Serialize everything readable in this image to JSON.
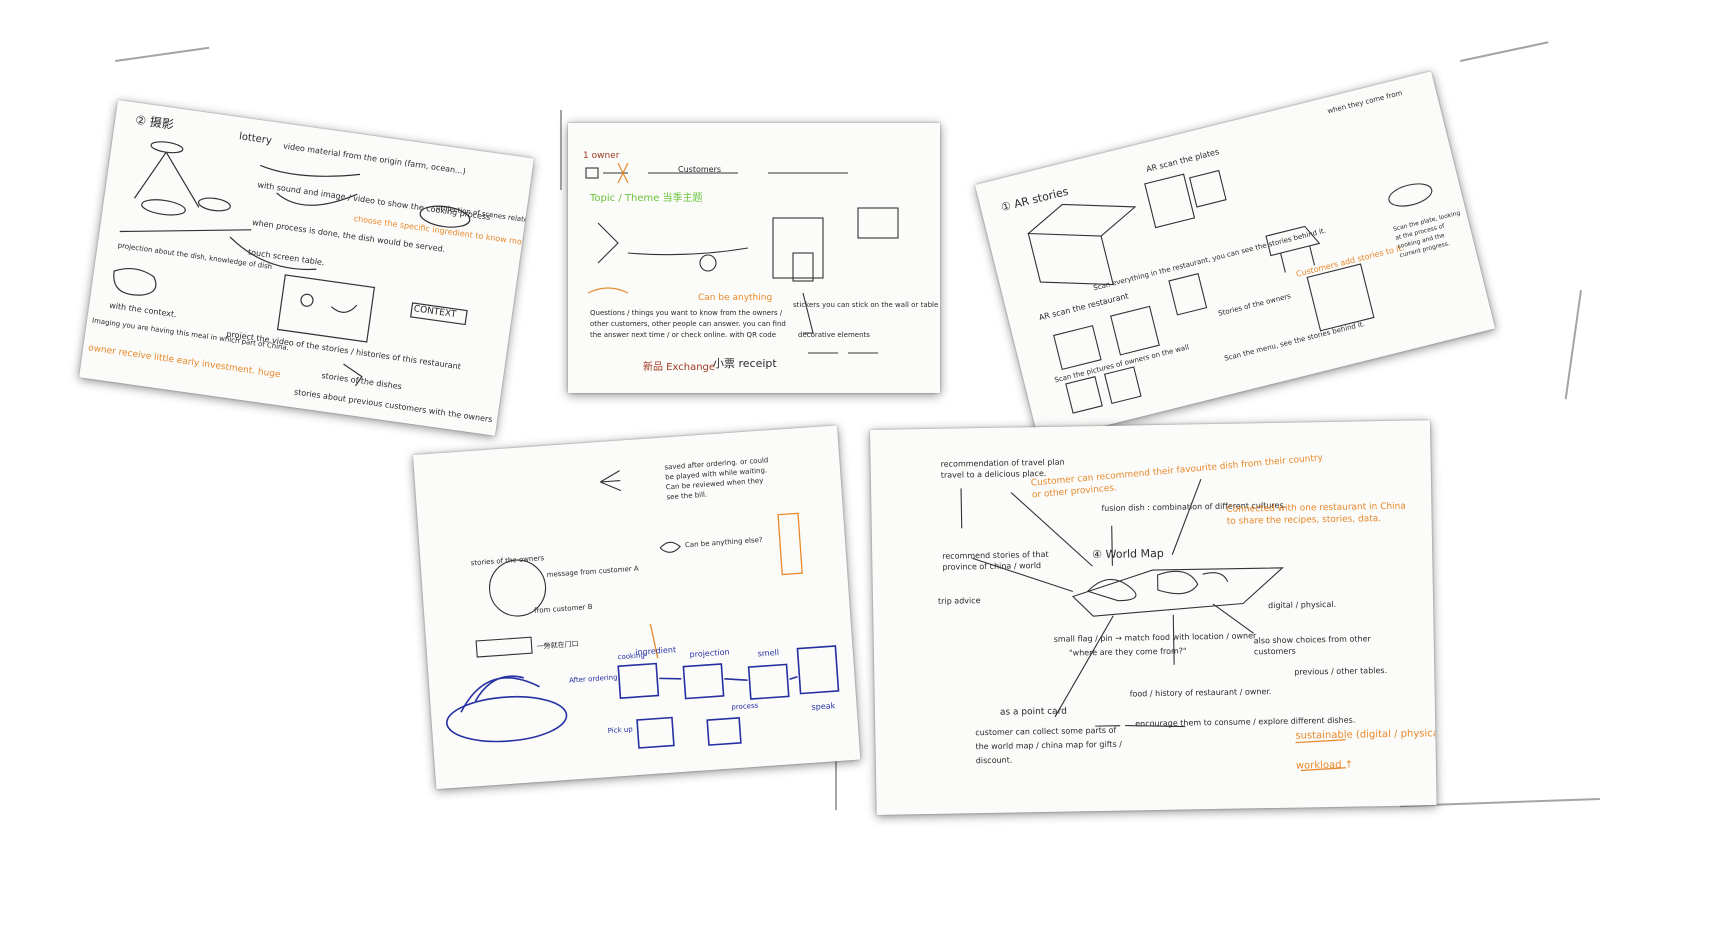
{
  "boards": {
    "b1": {
      "title": "② 摄影",
      "notes": [
        "lottery",
        "video material from the origin (farm, ocean...)",
        "with sound and image / video to show the cooking process",
        "choose the specific ingredient to know more",
        "projection of scenes related",
        "when process is done, the dish would be served.",
        "touch screen table.",
        "CONTEXT",
        "project the video of the stories / histories of this restaurant",
        "stories of the dishes",
        "stories about previous customers with the owners",
        "with the context.",
        "Imaging you are having this meal in which part of China.",
        "owner receive little early investment. huge",
        "projection about the dish, knowledge of dish"
      ]
    },
    "b2": {
      "notes": [
        "1 owner",
        "Customers",
        "Topic / Theme 当季主题",
        "Questions / things you want to know from the owners / other customers, other people can answer. you can find the answer next time / or check online. with QR code",
        "Can be anything",
        "stickers you can stick on the wall or table",
        "新品 Exchange",
        "小票 receipt",
        "decorative elements"
      ]
    },
    "b3": {
      "title": "① AR stories",
      "notes": [
        "AR scan the restaurant",
        "AR scan the plates",
        "Scan everything in the restaurant, you can see the stories behind it.",
        "Scan the pictures of owners on the wall",
        "Customers add stories to it.",
        "Stories of the owners",
        "Scan the menu, see the stories behind it.",
        "when they come from",
        "Scan the plate, looking at the process of cooking and the current progress."
      ]
    },
    "b4": {
      "notes": [
        "stories of the owners",
        "message from customer A",
        "from customer B",
        "一旁就在门口",
        "Can be anything else?",
        "saved after ordering. or could be played with while waiting. Can be reviewed when they see the bill.",
        "ingredient",
        "cooking",
        "projection",
        "process",
        "speak",
        "smell",
        "After ordering",
        "Pick up"
      ]
    },
    "b5": {
      "notes": [
        "recommendation of travel plan travel to a delicious place.",
        "Customer can recommend their favourite dish from their country or other provinces.",
        "fusion dish : combination of different cultures.",
        "④ World Map",
        "Connected with one restaurant in China to share the recipes, stories, data.",
        "recommend stories of that province of china / world",
        "trip advice",
        "digital / physical.",
        "small flag / pin → match food with location / owner",
        "\"where are they come from?\"",
        "also show choices from other customers",
        "previous / other tables.",
        "food / history of restaurant / owner.",
        "as a point card",
        "customer can collect some parts of the world map / china map for gifts / discount.",
        "encourage them to consume / explore different dishes.",
        "sustainable (digital / physical)",
        "workload ↑"
      ]
    }
  },
  "colors": {
    "ink": "#2a2a2a",
    "orange": "#e8892a",
    "green": "#6bc43a",
    "blue": "#2630a0"
  }
}
